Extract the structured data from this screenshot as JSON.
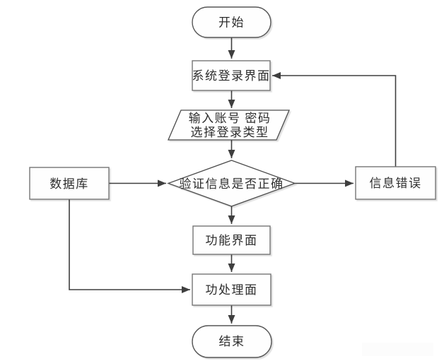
{
  "diagram": {
    "type": "flowchart",
    "language": "zh-CN",
    "nodes": {
      "start": {
        "label": "开始",
        "shape": "terminator"
      },
      "login": {
        "label": "系统登录界面",
        "shape": "process"
      },
      "input": {
        "line1": "输入账号 密码",
        "line2": "选择登录类型",
        "shape": "input-output"
      },
      "verify": {
        "label": "验证信息是否正确",
        "shape": "decision"
      },
      "database": {
        "label": "数据库",
        "shape": "process"
      },
      "error": {
        "label": "信息错误",
        "shape": "process"
      },
      "function_ui": {
        "label": "功能界面",
        "shape": "process"
      },
      "process_ui": {
        "label": "功处理面",
        "shape": "process"
      },
      "end": {
        "label": "结束",
        "shape": "terminator"
      }
    },
    "edges": [
      {
        "from": "start",
        "to": "login"
      },
      {
        "from": "login",
        "to": "input"
      },
      {
        "from": "input",
        "to": "verify"
      },
      {
        "from": "database",
        "to": "verify"
      },
      {
        "from": "verify",
        "to": "error"
      },
      {
        "from": "error",
        "to": "login"
      },
      {
        "from": "verify",
        "to": "function_ui"
      },
      {
        "from": "function_ui",
        "to": "process_ui"
      },
      {
        "from": "database",
        "to": "process_ui"
      },
      {
        "from": "process_ui",
        "to": "end"
      }
    ],
    "colors": {
      "background": "#ffffff",
      "edge_line": "#3f3f3f",
      "shape_fill": "#fefefe",
      "rect_border": "#757575",
      "terminator_border": "#565656",
      "polygon_border": "#4c4c4c",
      "text": "#2d2d2d"
    }
  }
}
